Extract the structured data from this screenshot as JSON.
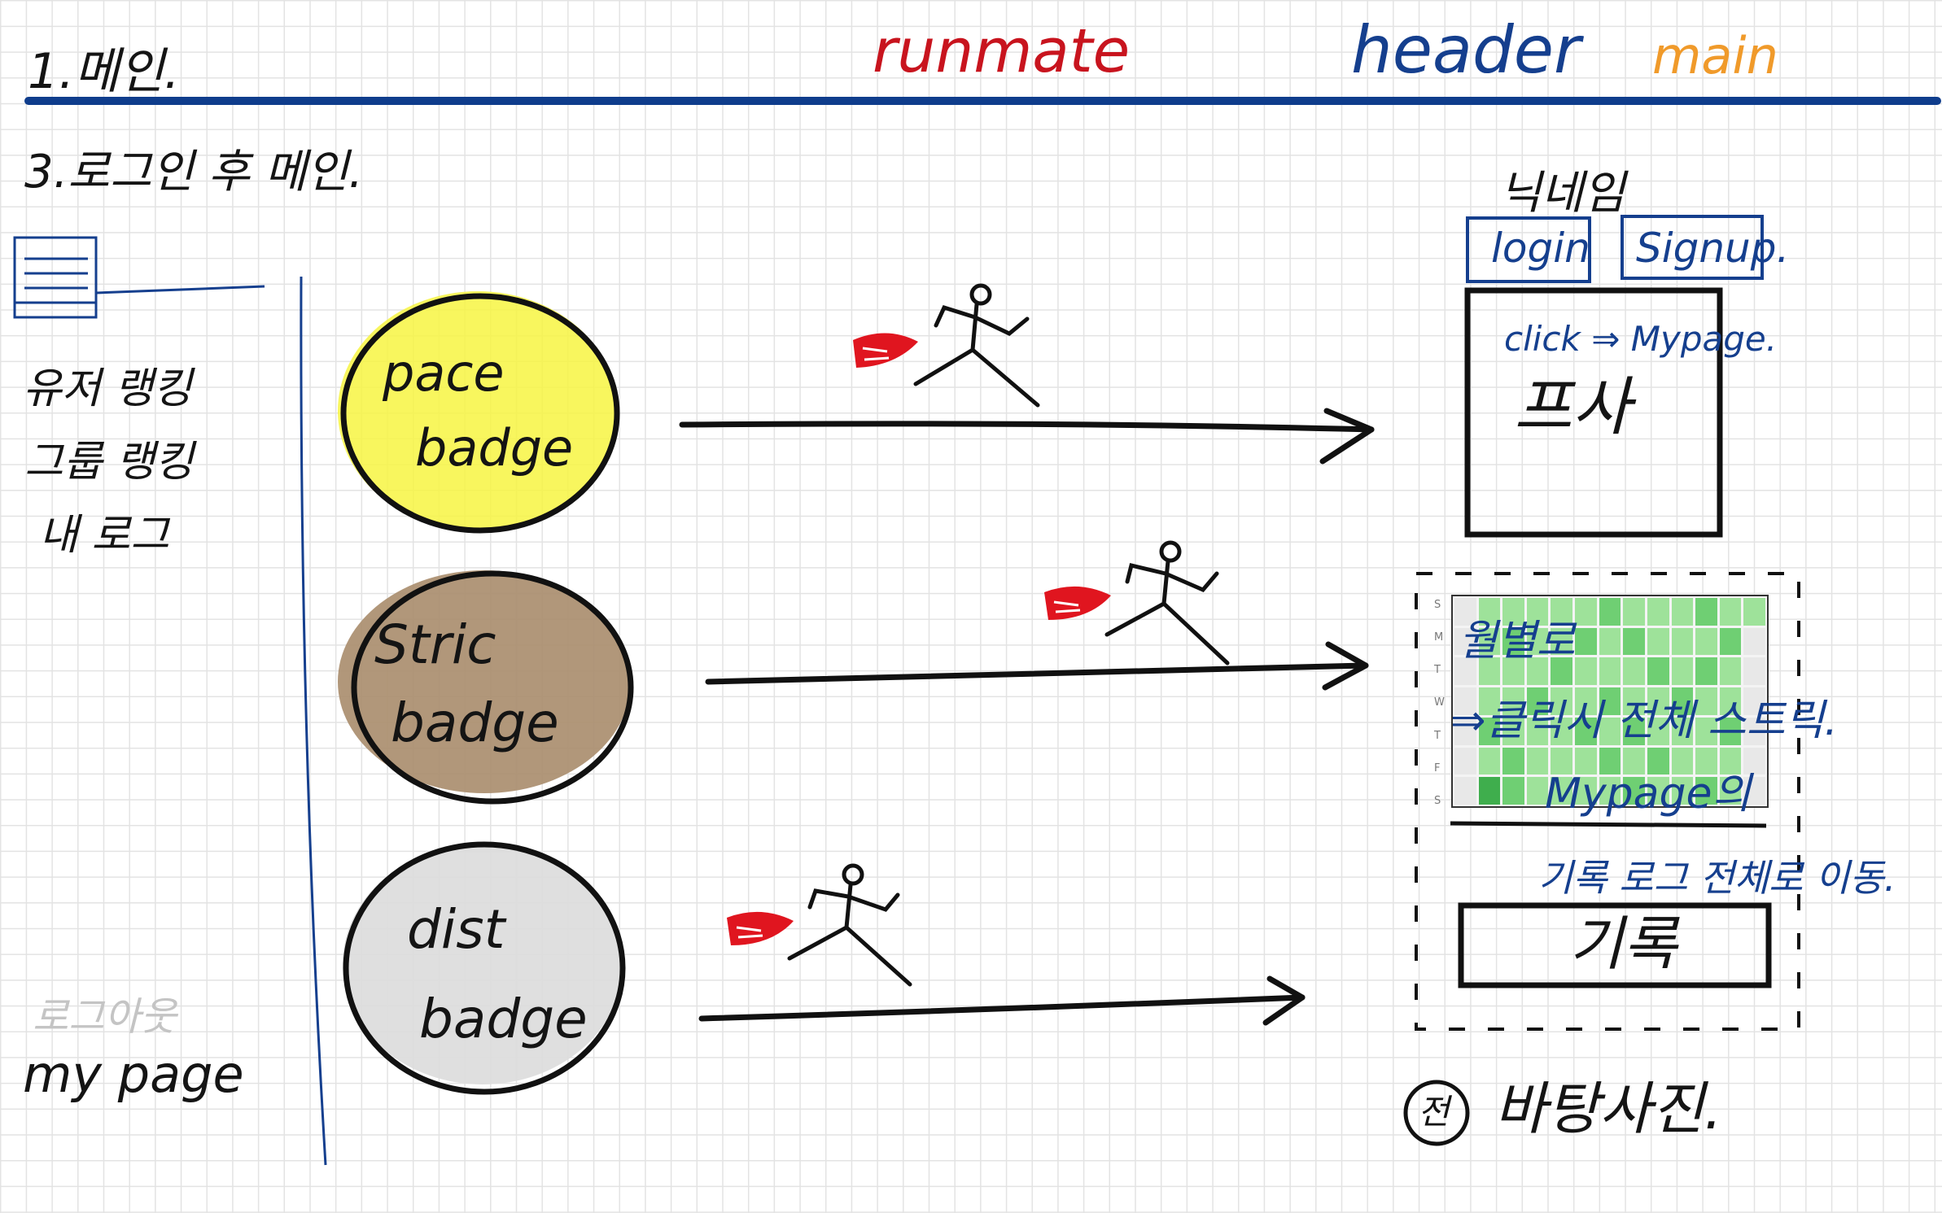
{
  "page_title": "1.메인.",
  "brand": "runmate",
  "legend": {
    "header": "header",
    "main": "main"
  },
  "section_title": "3.로그인 후 메인.",
  "sidebar": {
    "items": [
      {
        "label": "유저 랭킹"
      },
      {
        "label": "그룹 랭킹"
      },
      {
        "label": "내 로그"
      }
    ],
    "logout_label": "로그아웃",
    "mypage_label": "my page"
  },
  "badges": [
    {
      "line1": "pace",
      "line2": "badge",
      "color": "#f7f542"
    },
    {
      "line1": "Stric",
      "line2": "badge",
      "color": "#a98c6b"
    },
    {
      "line1": "dist",
      "line2": "badge",
      "color": "#dcdcdc"
    }
  ],
  "nickname_label": "닉네임",
  "auth_buttons": {
    "login": "login",
    "signup": "Signup."
  },
  "photo_card": {
    "note": "click ⇒ Mypage.",
    "label": "프사"
  },
  "streak": {
    "weekday_labels": [
      "S",
      "M",
      "T",
      "W",
      "T",
      "F",
      "S"
    ],
    "caption_lines": [
      "월별로",
      "⇒클릭시 전체 스트릭.",
      "Mypage의",
      "기록 로그 전체로 이동."
    ],
    "levels": [
      [
        0,
        2,
        2,
        2,
        2,
        2,
        3,
        2,
        2,
        2,
        3,
        2,
        2
      ],
      [
        0,
        2,
        3,
        2,
        2,
        3,
        2,
        3,
        2,
        2,
        2,
        3,
        0
      ],
      [
        0,
        2,
        2,
        2,
        3,
        2,
        2,
        2,
        3,
        2,
        3,
        2,
        0
      ],
      [
        0,
        2,
        2,
        3,
        2,
        2,
        3,
        2,
        2,
        3,
        2,
        2,
        0
      ],
      [
        0,
        3,
        2,
        2,
        2,
        3,
        2,
        3,
        2,
        2,
        2,
        3,
        0
      ],
      [
        0,
        2,
        3,
        2,
        2,
        2,
        3,
        2,
        3,
        2,
        2,
        2,
        0
      ],
      [
        0,
        4,
        3,
        2,
        2,
        2,
        2,
        3,
        2,
        2,
        3,
        2,
        0
      ]
    ]
  },
  "record_box_label": "기록",
  "background_note": {
    "circled": "전",
    "text": "바탕사진."
  },
  "colors": {
    "primary_blue": "#0f3d8c",
    "brand_red": "#c8141e",
    "main_orange": "#f09a2a",
    "pace_yellow": "#f7f542",
    "streak_brown": "#a98c6b",
    "dist_gray": "#dcdcdc"
  }
}
